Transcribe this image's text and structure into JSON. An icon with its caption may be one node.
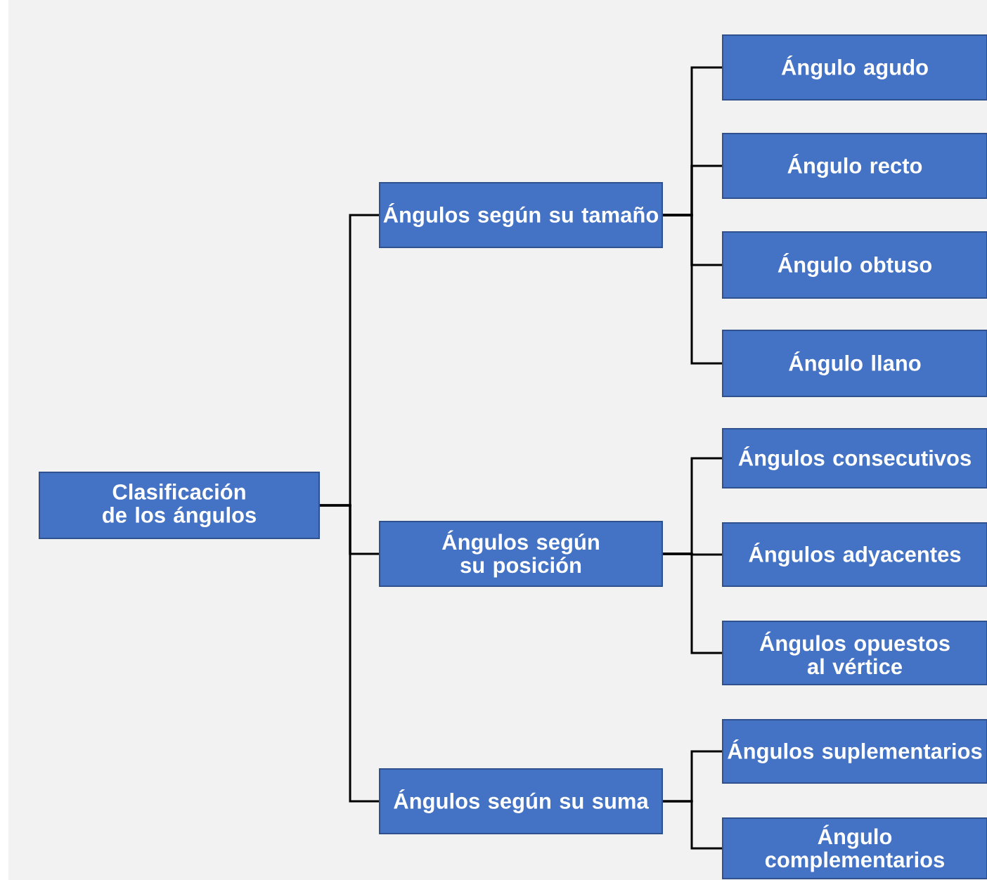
{
  "diagram": {
    "nodes": [
      {
        "text": [
          "Clasificación de los ángulos"
        ]
      },
      {
        "text": [
          "Ángulos según su tamaño"
        ]
      },
      {
        "text": [
          "Ángulo agudo"
        ]
      },
      {
        "text": [
          "Ángulo recto"
        ]
      },
      {
        "text": [
          "Ángulo obtuso"
        ]
      },
      {
        "text": [
          "Ángulo llano"
        ]
      },
      {
        "text": [
          "Ángulos según su posición"
        ]
      },
      {
        "text": [
          "Ángulos consecutivos"
        ]
      },
      {
        "text": [
          "Ángulos adyacentes"
        ]
      },
      {
        "text": [
          "Ángulos opuestos al vértice"
        ]
      },
      {
        "text": [
          "Ángulos según su suma"
        ]
      },
      {
        "text": [
          "Ángulos suplementarios"
        ]
      },
      {
        "text": [
          "Ángulo complementarios"
        ]
      }
    ],
    "edges": [
      {
        "from": 0,
        "to": 1,
        "arrow": "none"
      },
      {
        "from": 0,
        "to": 6,
        "arrow": "none"
      },
      {
        "from": 0,
        "to": 10,
        "arrow": "none"
      },
      {
        "from": 1,
        "to": 2,
        "arrow": "none"
      },
      {
        "from": 1,
        "to": 3,
        "arrow": "none"
      },
      {
        "from": 1,
        "to": 4,
        "arrow": "none"
      },
      {
        "from": 1,
        "to": 5,
        "arrow": "none"
      },
      {
        "from": 6,
        "to": 7,
        "arrow": "none"
      },
      {
        "from": 6,
        "to": 8,
        "arrow": "none"
      },
      {
        "from": 6,
        "to": 9,
        "arrow": "none"
      },
      {
        "from": 10,
        "to": 11,
        "arrow": "none"
      },
      {
        "from": 10,
        "to": 12,
        "arrow": "none"
      }
    ]
  }
}
